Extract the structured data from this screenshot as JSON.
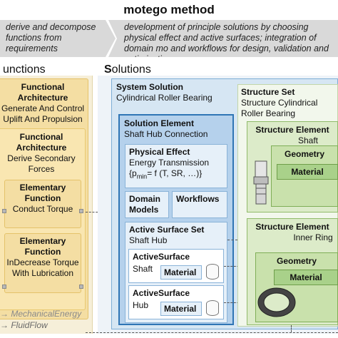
{
  "header": {
    "title": "motego method",
    "step1": "derive and decompose functions from requirements",
    "step2": "development of principle solutions by choosing physical effect and active surfaces; integration of domain mo and workflows for design, validation and optimization"
  },
  "columns": {
    "functions": "unctions",
    "solutions_initial": "S",
    "solutions_rest": "olutions"
  },
  "functions": {
    "fa1_title": "Functional Architecture",
    "fa1_text": "Generate And Control Uplift And Propulsion",
    "fa2_title": "Functional Architecture",
    "fa2_text": "Derive Secondary Forces",
    "ef1_title": "Elementary Function",
    "ef1_text": "Conduct Torque",
    "ef2_title": "Elementary Function",
    "ef2_text": "InDecrease Torque With Lubrication",
    "flow1": "MechanicalEnergy",
    "flow2": "FluidFlow"
  },
  "solutions": {
    "system_title": "System Solution",
    "system_text": "Cylindrical Roller Bearing",
    "element_title": "Solution Element",
    "element_text": "Shaft Hub Connection",
    "effect_title": "Physical Effect",
    "effect_text1": "Energy Transmission",
    "effect_text2": "{p",
    "effect_sub": "min",
    "effect_text3": "= f (T, SR, …)}",
    "domain_models": "Domain Models",
    "workflows": "Workflows",
    "surfaceset_title": "Active Surface Set",
    "surfaceset_text": "Shaft Hub",
    "as1_title": "ActiveSurface",
    "as1_text": "Shaft",
    "as1_material": "Material",
    "as2_title": "ActiveSurface",
    "as2_text": "Hub",
    "as2_material": "Material"
  },
  "structure": {
    "set_title": "Structure Set",
    "set_text": "Structure Cylindrical Roller Bearing",
    "el1_title": "Structure Element",
    "el1_text": "Shaft",
    "el1_geometry": "Geometry",
    "el1_material": "Material",
    "el2_title": "Structure Element",
    "el2_text": "Inner Ring",
    "el2_geometry": "Geometry",
    "el2_material": "Material"
  },
  "colors": {
    "functions_fill": "#f4dea3",
    "solutions_border": "#2f75b5",
    "structure_fill": "#dcebc9",
    "header_fill": "#d9d9d9"
  }
}
